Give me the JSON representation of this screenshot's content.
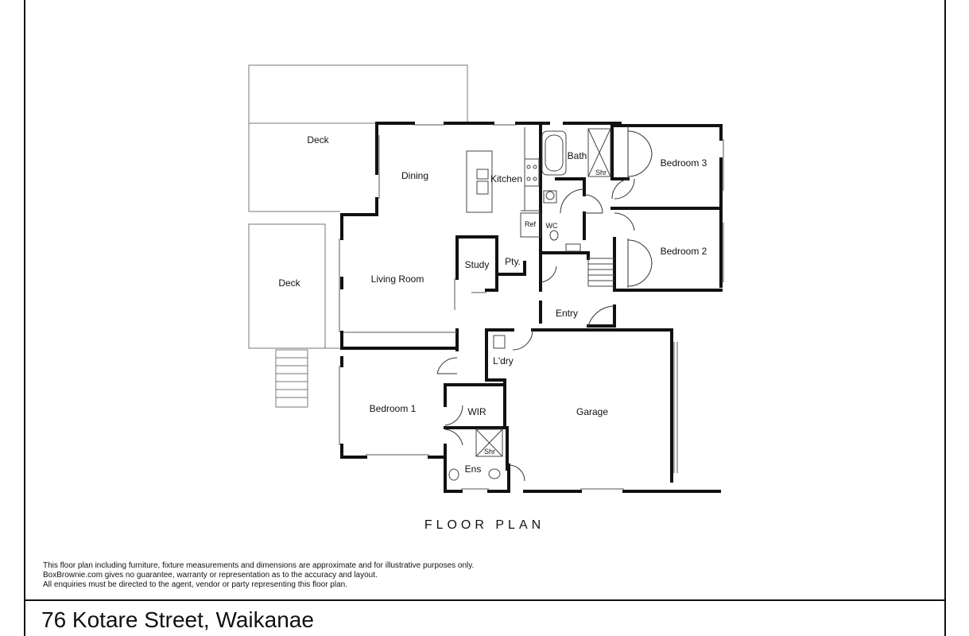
{
  "rooms": {
    "deck_upper": "Deck",
    "deck_lower": "Deck",
    "dining": "Dining",
    "kitchen": "Kitchen",
    "bath": "Bath",
    "shower_upper": "Shr",
    "bedroom_3": "Bedroom 3",
    "ref": "Ref",
    "wc": "WC",
    "bedroom_2": "Bedroom 2",
    "study": "Study",
    "pantry": "Pty.",
    "living_room": "Living Room",
    "entry": "Entry",
    "laundry": "L'dry",
    "bedroom_1": "Bedroom 1",
    "wir": "WIR",
    "garage": "Garage",
    "shower_lower": "Shr",
    "ensuite": "Ens"
  },
  "heading": "FLOOR PLAN",
  "disclaimer": [
    "This floor plan including furniture, fixture measurements and dimensions are approximate and for illustrative purposes only.",
    "BoxBrownie.com gives no guarantee, warranty or representation as to the accuracy and layout.",
    "All enquiries must be directed to the agent, vendor or party representing this floor plan."
  ],
  "address": "76 Kotare Street, Waikanae"
}
